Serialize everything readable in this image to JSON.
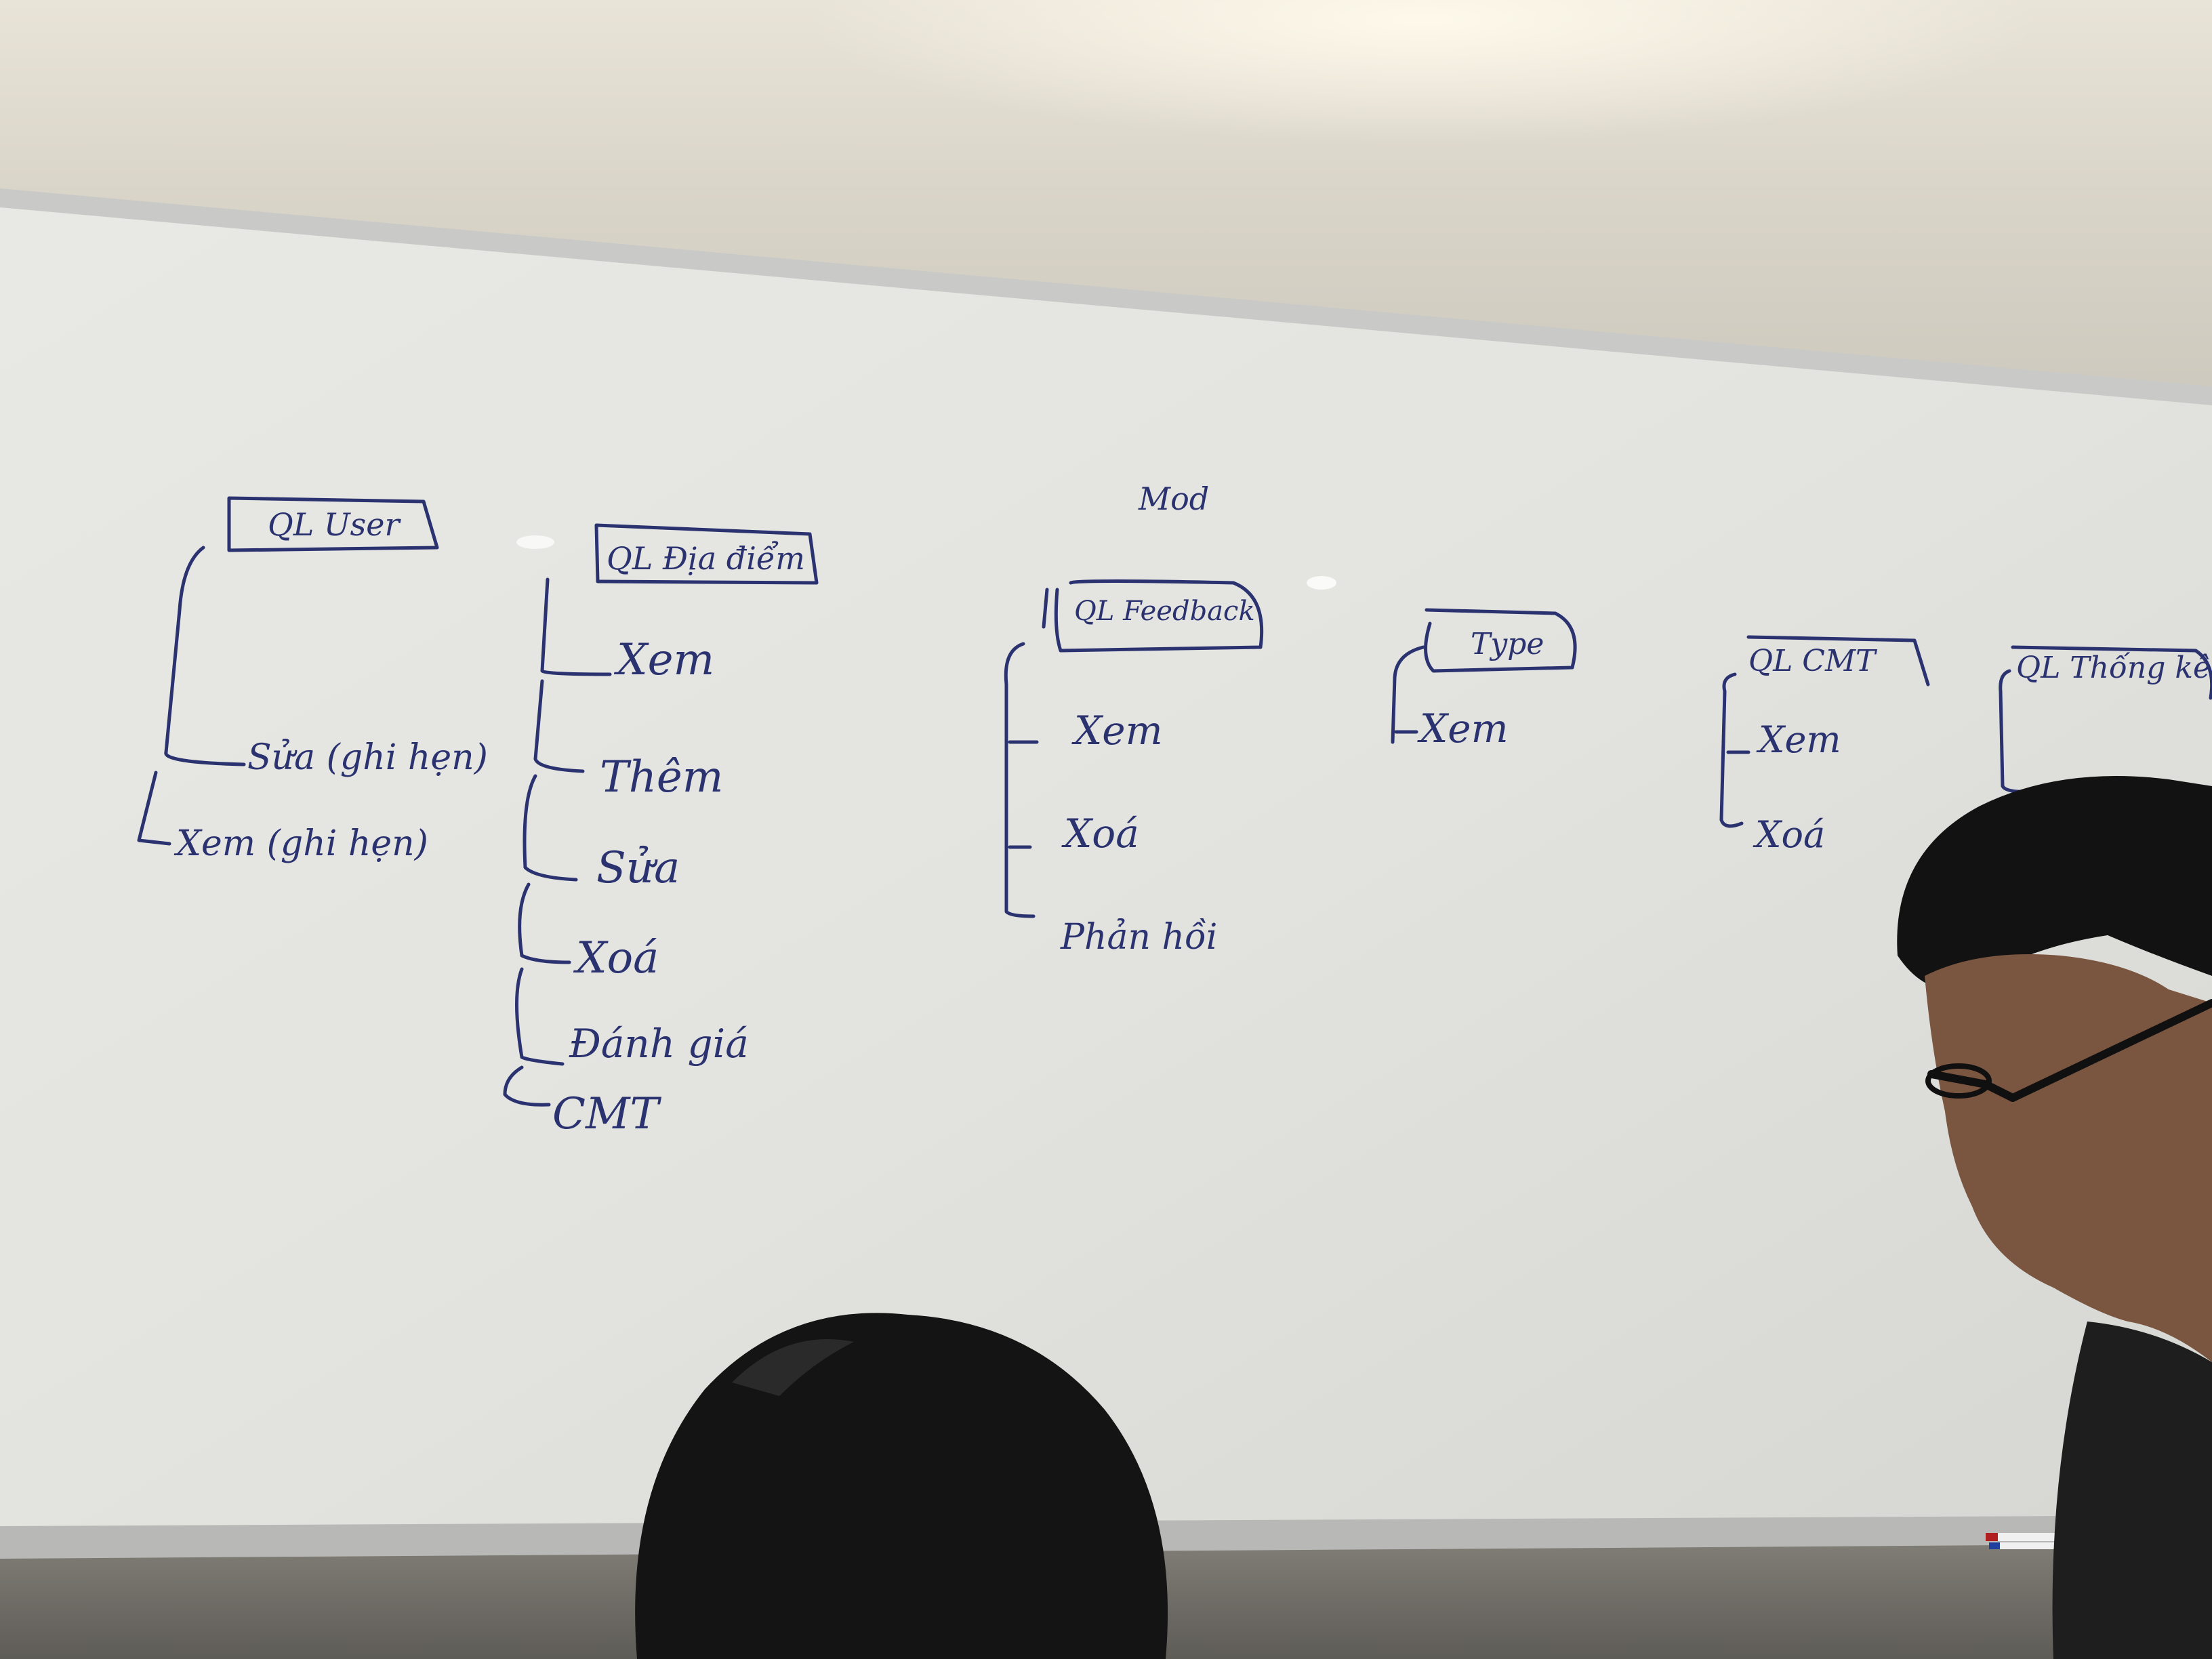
{
  "board": {
    "header": "Mod",
    "groups": [
      {
        "title": "QL User",
        "items": [
          "Sửa (ghi hẹn)",
          "Xem (ghi hẹn)"
        ]
      },
      {
        "title": "QL Địa điểm",
        "items": [
          "Xem",
          "Thêm",
          "Sửa",
          "Xoá",
          "Đánh giá",
          "CMT"
        ]
      },
      {
        "title": "QL Feedback",
        "items": [
          "Xem",
          "Xoá",
          "Phản hồi"
        ]
      },
      {
        "title": "Type",
        "items": [
          "Xem"
        ]
      },
      {
        "title": "QL CMT",
        "items": [
          "Xem",
          "Xoá"
        ]
      },
      {
        "title": "QL Thống kê",
        "items": []
      }
    ]
  },
  "colors": {
    "ink": "#2b3270",
    "board": "#e4e3df",
    "frame": "#cfd0cd"
  }
}
